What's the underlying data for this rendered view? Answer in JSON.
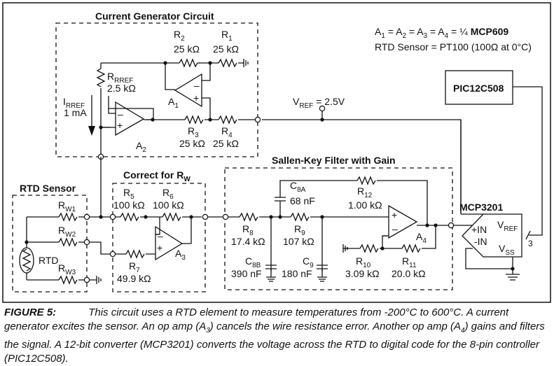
{
  "figure": {
    "label": "FIGURE 5:",
    "caption_parts": [
      "This circuit uses a RTD element to measure temperatures from -200°C to 600°C. A current generator excites the sensor. An op amp (A",
      "3",
      ") cancels the wire resistance error. Another op amp (A",
      "4",
      ") gains and filters the signal. A 12-bit converter (MCP3201) converts the voltage across the RTD to digital code for the 8-pin controller (PIC12C508)."
    ]
  },
  "notes": {
    "opamps": {
      "a1": "A",
      "s1": "1",
      "eq": " = ",
      "a2": "A",
      "s2": "2",
      "a3": "A",
      "s3": "3",
      "a4": "A",
      "s4": "4",
      "tail": " = ¼ ",
      "part": "MCP609"
    },
    "sensor": "RTD Sensor = PT100 (100Ω at 0°C)"
  },
  "blocks": {
    "current_generator": "Current Generator Circuit",
    "rtd_sensor": "RTD Sensor",
    "correct_rw": {
      "main": "Correct for R",
      "sub": "W"
    },
    "sallen_key": "Sallen-Key Filter with Gain"
  },
  "components": {
    "r1": {
      "name": "R",
      "sub": "1",
      "value": "25 kΩ"
    },
    "r2": {
      "name": "R",
      "sub": "2",
      "value": "25 kΩ"
    },
    "r3": {
      "name": "R",
      "sub": "3",
      "value": "25 kΩ"
    },
    "r4": {
      "name": "R",
      "sub": "4",
      "value": "25 kΩ"
    },
    "rref": {
      "name": "R",
      "sub": "RREF",
      "value": "2.5 kΩ"
    },
    "iref": {
      "name": "I",
      "sub": "RREF",
      "value": "1 mA"
    },
    "r5": {
      "name": "R",
      "sub": "5",
      "value": "100 kΩ"
    },
    "r6": {
      "name": "R",
      "sub": "6",
      "value": "100 kΩ"
    },
    "r7": {
      "name": "R",
      "sub": "7",
      "value": "49.9 kΩ"
    },
    "r8": {
      "name": "R",
      "sub": "8",
      "value": "17.4 kΩ"
    },
    "r9": {
      "name": "R",
      "sub": "9",
      "value": "107 kΩ"
    },
    "r10": {
      "name": "R",
      "sub": "10",
      "value": "3.09 kΩ"
    },
    "r11": {
      "name": "R",
      "sub": "11",
      "value": "20.0 kΩ"
    },
    "r12": {
      "name": "R",
      "sub": "12",
      "value": "1.00 kΩ"
    },
    "c8a": {
      "name": "C",
      "sub": "8A",
      "value": "68 nF"
    },
    "c8b": {
      "name": "C",
      "sub": "8B",
      "value": "390 nF"
    },
    "c9": {
      "name": "C",
      "sub": "9",
      "value": "180 nF"
    },
    "rw1": {
      "name": "R",
      "sub": "W1"
    },
    "rw2": {
      "name": "R",
      "sub": "W2"
    },
    "rw3": {
      "name": "R",
      "sub": "W3"
    },
    "rtd": "RTD",
    "a1": {
      "name": "A",
      "sub": "1"
    },
    "a2": {
      "name": "A",
      "sub": "2"
    },
    "a3": {
      "name": "A",
      "sub": "3"
    },
    "a4": {
      "name": "A",
      "sub": "4"
    },
    "vref": {
      "name": "V",
      "sub": "REF",
      "value": " = 2.5V"
    },
    "pic": "PIC12C508",
    "adc": {
      "name": "MCP3201",
      "in_pos": "+IN",
      "in_neg": "-IN",
      "vref": "V",
      "vref_sub": "REF",
      "vss": "V",
      "vss_sub": "SS",
      "bus_width": "3"
    },
    "opamp_minus": "–",
    "opamp_plus": "+"
  }
}
